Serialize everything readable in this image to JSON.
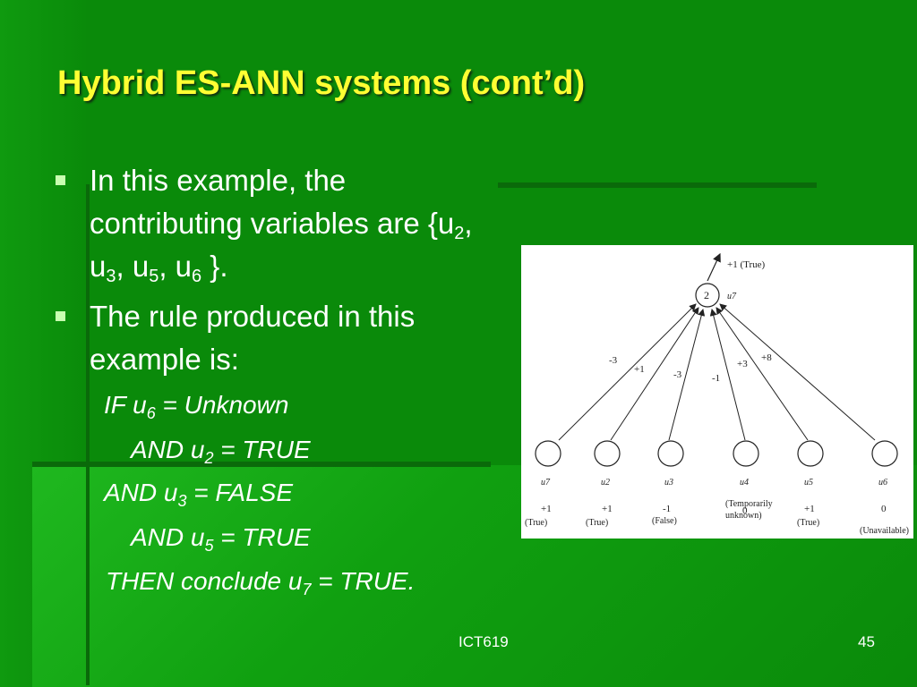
{
  "title": "Hybrid ES-ANN systems (cont’d)",
  "bullets": [
    {
      "pre": "In this example, the contributing variables are {u",
      "s1": "2",
      "t1": ", u",
      "s2": "3",
      "t2": ", u",
      "s3": "5",
      "t3": ", u",
      "s4": "6",
      "t4": " }."
    },
    {
      "text": "The rule produced in this example is:"
    }
  ],
  "rule": {
    "line1": {
      "a": "IF u",
      "sub": "6",
      "b": "  =  Unknown"
    },
    "line2": {
      "a": "AND  u",
      "sub": "2",
      "b": "  =  TRUE"
    },
    "line3": {
      "a": "AND  u",
      "sub": "3",
      "b": "  =  FALSE"
    },
    "line4": {
      "a": "AND  u",
      "sub": "5",
      "b": " =  TRUE"
    },
    "line5": {
      "a": "THEN  conclude u",
      "sub": "7",
      "b": "  =  TRUE."
    }
  },
  "diagram": {
    "output_node": {
      "value": "2",
      "label": "u7",
      "arrow_label": "+1 (True)"
    },
    "weights": [
      "-3",
      "+1",
      "-3",
      "-1",
      "+3",
      "+8"
    ],
    "inputs": [
      {
        "name": "u7",
        "value": "+1",
        "state": "(True)"
      },
      {
        "name": "u2",
        "value": "+1",
        "state": "(True)"
      },
      {
        "name": "u3",
        "value": "-1",
        "state": "(False)"
      },
      {
        "name": "u4",
        "value": "0",
        "state": "(Temporarily unknown)"
      },
      {
        "name": "u5",
        "value": "+1",
        "state": "(True)"
      },
      {
        "name": "u6",
        "value": "0",
        "state": "(Unavailable)"
      }
    ],
    "u4_state_line1": "(Temporarily",
    "u4_state_line2": "unknown)"
  },
  "footer": {
    "course": "ICT619",
    "page": "45"
  }
}
